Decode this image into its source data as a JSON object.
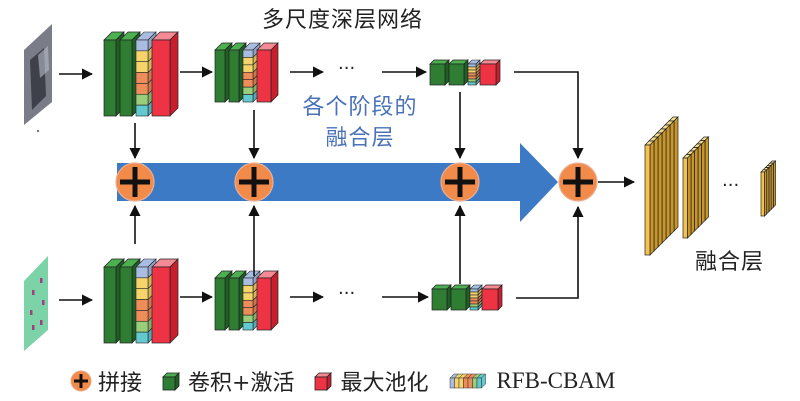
{
  "title": "多尺度深层网络",
  "stage_fusion_label": [
    "各个阶段的",
    "融合层"
  ],
  "fusion_layer_label": "融合层",
  "ellipsis": "···",
  "inputs": [
    {
      "name": "image-input",
      "description": "grayscale image patch"
    },
    {
      "name": "feature-map-input",
      "description": "teal feature map patch"
    }
  ],
  "branches": [
    {
      "name": "top-branch",
      "stages": [
        "stage-1",
        "stage-2",
        "...",
        "stage-n"
      ]
    },
    {
      "name": "bottom-branch",
      "stages": [
        "stage-1",
        "stage-2",
        "...",
        "stage-n"
      ]
    }
  ],
  "fusion_nodes": 4,
  "legend": [
    {
      "icon": "concat-icon",
      "label": "拼接"
    },
    {
      "icon": "conv-activation-icon",
      "label": "卷积+激活"
    },
    {
      "icon": "max-pool-icon",
      "label": "最大池化"
    },
    {
      "icon": "rfb-cbam-icon",
      "label": "RFB-CBAM"
    }
  ],
  "colors": {
    "conv_green": "#2e7d32",
    "conv_green_top": "#4caf50",
    "pool_red": "#ee3344",
    "pool_red_top": "#f48a94",
    "arrow_blue": "#3d7ac6",
    "plus_orange": "#f28a4a",
    "fusion_yellow": "#f2c14e",
    "rfb_stripes": [
      "#a9bde3",
      "#f7d46b",
      "#f7d46b",
      "#ef8d5a",
      "#ef8d5a",
      "#9acd7a",
      "#62c9cf"
    ]
  }
}
